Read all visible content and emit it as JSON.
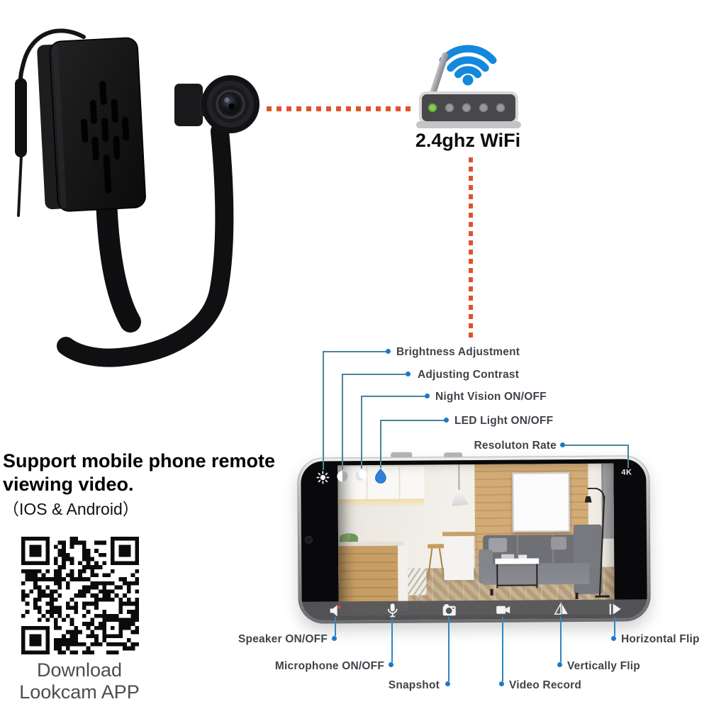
{
  "header": {
    "wifi_label": "2.4ghz WiFi"
  },
  "support": {
    "line1": "Support mobile phone remote",
    "line2": "viewing video.",
    "line3": "（IOS & Android）"
  },
  "qr": {
    "caption_line1": "Download",
    "caption_line2": "Lookcam APP"
  },
  "feature_callouts": {
    "top": [
      {
        "label": "Brightness Adjustment",
        "icon": "brightness-icon"
      },
      {
        "label": "Adjusting Contrast",
        "icon": "contrast-icon"
      },
      {
        "label": "Night Vision ON/OFF",
        "icon": "night-vision-icon"
      },
      {
        "label": "LED Light ON/OFF",
        "icon": "led-light-icon"
      },
      {
        "label": "Resoluton Rate",
        "icon": "resolution-badge"
      }
    ],
    "bottom": [
      {
        "label": "Speaker ON/OFF",
        "icon": "speaker-icon"
      },
      {
        "label": "Microphone ON/OFF",
        "icon": "microphone-icon"
      },
      {
        "label": "Snapshot",
        "icon": "snapshot-icon"
      },
      {
        "label": "Video Record",
        "icon": "video-record-icon"
      },
      {
        "label": "Vertically Flip",
        "icon": "vertical-flip-icon"
      },
      {
        "label": "Horizontal Flip",
        "icon": "horizontal-flip-icon"
      }
    ]
  },
  "phone": {
    "resolution_badge": "4K",
    "top_icons": [
      "brightness-icon",
      "contrast-icon",
      "night-vision-icon",
      "led-light-icon"
    ],
    "toolbar_icons": [
      "speaker-icon",
      "microphone-icon",
      "snapshot-icon",
      "video-record-icon",
      "vertical-flip-icon",
      "horizontal-flip-icon"
    ]
  },
  "colors": {
    "accent_blue": "#1d78cc",
    "callout_line_teal": "#4a8499",
    "callout_line_blue": "#2e86c6",
    "dashed_orange": "#e0532a",
    "wifi_blue": "#1488dc",
    "led_green": "#86ca4c"
  }
}
